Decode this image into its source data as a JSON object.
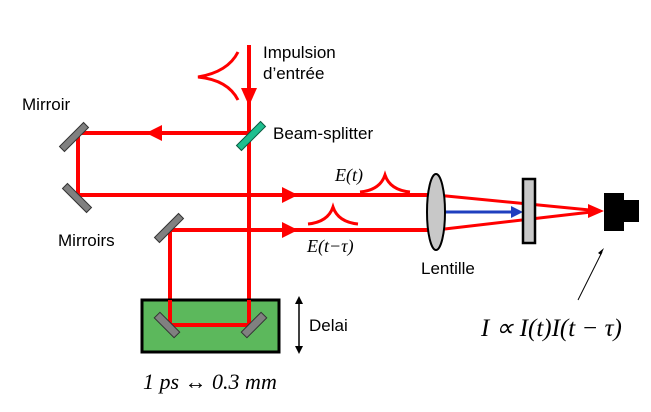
{
  "title": "Autocorrelateur optique",
  "colors": {
    "beam": "#ff0000",
    "second_harmonic": "#1f3fbf",
    "beam_splitter": "#1fbf8f",
    "mirror": "#808080",
    "delay_stage": "#5cb85c",
    "lens": "#c8c8c8",
    "crystal": "#c8c8c8",
    "detector": "#000000"
  },
  "labels": {
    "input_pulse_line1": "Impulsion",
    "input_pulse_line2": "d’entrée",
    "mirror": "Mirroir",
    "beam_splitter": "Beam-splitter",
    "mirrors": "Mirroirs",
    "lens": "Lentille",
    "delay": "Delai",
    "field_1": "E(t)",
    "field_2": "E(t−τ)",
    "signal_formula": "I ∝ I(t)I(t − τ)",
    "conversion": "1 ps ↔ 0.3 mm"
  }
}
